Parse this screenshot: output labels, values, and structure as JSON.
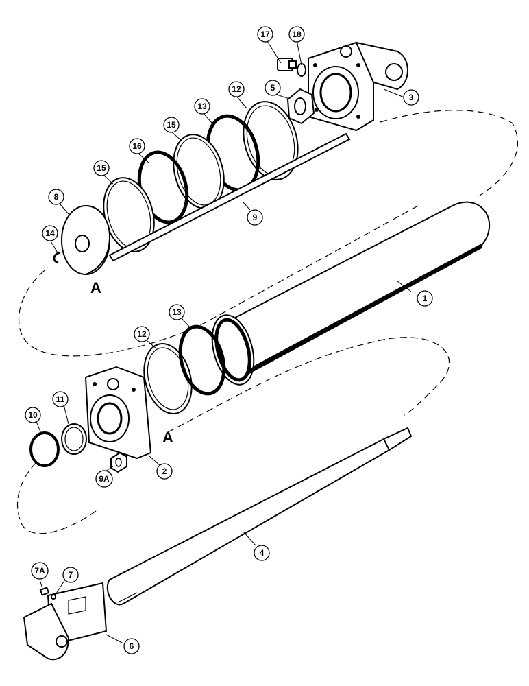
{
  "diagram": {
    "callouts": [
      {
        "id": "c17",
        "label": "17"
      },
      {
        "id": "c18",
        "label": "18"
      },
      {
        "id": "c3",
        "label": "3"
      },
      {
        "id": "c5",
        "label": "5"
      },
      {
        "id": "c12a",
        "label": "12"
      },
      {
        "id": "c13a",
        "label": "13"
      },
      {
        "id": "c15a",
        "label": "15"
      },
      {
        "id": "c16",
        "label": "16"
      },
      {
        "id": "c15b",
        "label": "15"
      },
      {
        "id": "c8",
        "label": "8"
      },
      {
        "id": "c14",
        "label": "14"
      },
      {
        "id": "c9",
        "label": "9"
      },
      {
        "id": "c1",
        "label": "1"
      },
      {
        "id": "c12b",
        "label": "12"
      },
      {
        "id": "c13b",
        "label": "13"
      },
      {
        "id": "c10",
        "label": "10"
      },
      {
        "id": "c11",
        "label": "11"
      },
      {
        "id": "c2",
        "label": "2"
      },
      {
        "id": "c9A",
        "label": "9A"
      },
      {
        "id": "c4",
        "label": "4"
      },
      {
        "id": "c7A",
        "label": "7A"
      },
      {
        "id": "c7",
        "label": "7"
      },
      {
        "id": "c6",
        "label": "6"
      }
    ],
    "reference_marks": [
      {
        "id": "refA1",
        "label": "A"
      },
      {
        "id": "refA2",
        "label": "A"
      }
    ]
  }
}
